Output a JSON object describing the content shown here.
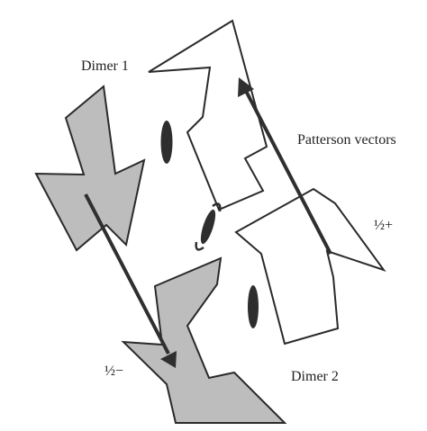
{
  "labels": {
    "dimer1": "Dimer 1",
    "dimer2": "Dimer 2",
    "patterson": "Patterson vectors",
    "half_plus": "½+",
    "half_minus": "½−"
  },
  "colors": {
    "outline": "#2a2a2a",
    "filled_block": "#bdbdbd",
    "open_block": "#ffffff",
    "symmetry_marker": "#2e2e2e",
    "arrow": "#2f2f2f"
  }
}
